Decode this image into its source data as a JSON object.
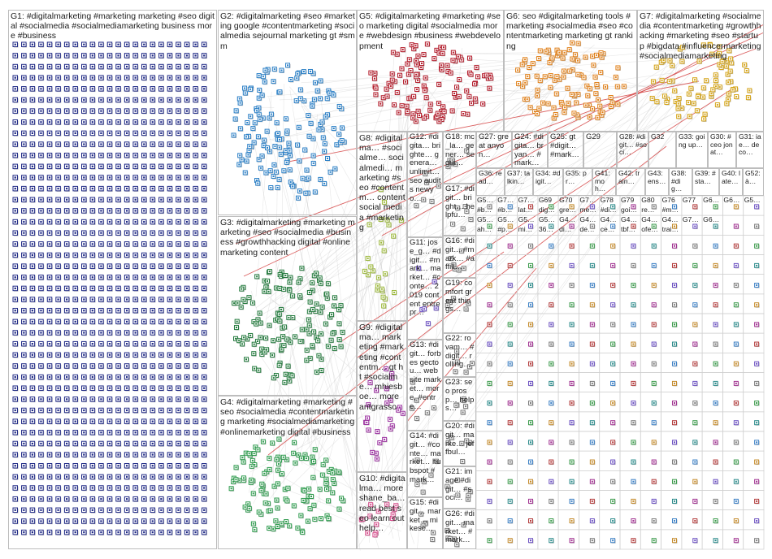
{
  "groups": [
    {
      "id": "G1",
      "text": "G1: #digitalmarketing #marketing marketing #seo digital #socialmedia #socialmediamarketing business more #business"
    },
    {
      "id": "G2",
      "text": "G2: #digitalmarketing #seo #marketing google #contentmarketing #socialmedia sejournal marketing gt #smm"
    },
    {
      "id": "G3",
      "text": "G3: #digitalmarketing #marketing marketing #seo #socialmedia #business #growthhacking digital #onlinemarketing content"
    },
    {
      "id": "G4",
      "text": "G4: #digitalmarketing #marketing #seo #socialmedia #contentmarketing marketing #socialmediamarketing #onlinemarketing digital #business"
    },
    {
      "id": "G5",
      "text": "G5: #digitalmarketing #marketing #seo marketing digital #socialmedia more #webdesign #business #webdevelopment"
    },
    {
      "id": "G6",
      "text": "G6: seo #digitalmarketing tools #marketing #socialmedia #seo #contentmarketing marketing gt ranking"
    },
    {
      "id": "G7",
      "text": "G7: #digitalmarketing #socialmedia #contentmarketing #growthhacking #marketing #seo #startup #bigdata #influencermarketing #socialmediamarketing"
    },
    {
      "id": "G8",
      "text": "G8: #digitalma… #socialme… socialmedi… marketing #seo #contentm… content social media #marketing"
    },
    {
      "id": "G9",
      "text": "G9: #digitalma… marketing #marketing #contentm… gt ht #socialme… mhiesboe… more antgrasso"
    },
    {
      "id": "G10",
      "text": "G10: #digitalma… more shane_ba… read best seo learn out help…"
    },
    {
      "id": "G11",
      "text": "G11: jose_g… #digit… #mark… market… #conte… 2019 content entrepr…"
    },
    {
      "id": "G12",
      "text": "G12: #digita… brighte… genera… unlimit… seo audits newyo…"
    },
    {
      "id": "G13",
      "text": "G13: #digit… forbes gectou… website market… more, #entre…"
    },
    {
      "id": "G14",
      "text": "G14: #digit… #conte… market… hubspot #mark…"
    },
    {
      "id": "G15",
      "text": "G15: #digit… market… mikesc…"
    },
    {
      "id": "G16",
      "text": "G16: #digit… #mark… #affili…"
    },
    {
      "id": "G17",
      "text": "G17: #digit… bright… helpfu…"
    },
    {
      "id": "G18",
      "text": "G18: mc_la… gener… segui…"
    },
    {
      "id": "G19",
      "text": "G19: comfort great things…"
    },
    {
      "id": "G20",
      "text": "G20: #digit… marke… jeffbul…"
    },
    {
      "id": "G21",
      "text": "G21: image #digit… #soci…"
    },
    {
      "id": "G22",
      "text": "G22: rovam… #digit… rolling…"
    },
    {
      "id": "G23",
      "text": "G23: seo prosp… helps…"
    },
    {
      "id": "G24",
      "text": "G24: #digita… bryan… #mark…"
    },
    {
      "id": "G25",
      "text": "G25: gt #digit… #mark…"
    },
    {
      "id": "G26",
      "text": "G26: #digit… market… #mark…"
    },
    {
      "id": "G27",
      "text": "G27: great anyon…"
    },
    {
      "id": "G28",
      "text": "G28: #digit… #soci…"
    },
    {
      "id": "G29",
      "text": "G29"
    },
    {
      "id": "G30",
      "text": "G30: #ceo jonat…"
    },
    {
      "id": "G31",
      "text": "G31: iae… deco…"
    },
    {
      "id": "G32",
      "text": "G32"
    },
    {
      "id": "G33",
      "text": "G33: going up…"
    },
    {
      "id": "G34",
      "text": "G34: #digit…"
    },
    {
      "id": "G35",
      "text": "G35: pr…"
    },
    {
      "id": "G36",
      "text": "G36: read…"
    },
    {
      "id": "G37",
      "text": "G37: talkin…"
    },
    {
      "id": "G38",
      "text": "G38: #dig…"
    },
    {
      "id": "G39",
      "text": "G39: #sta…"
    },
    {
      "id": "G40",
      "text": "G40: late…"
    },
    {
      "id": "G41",
      "text": "G41: moh…"
    },
    {
      "id": "G42",
      "text": "G42: train…"
    },
    {
      "id": "G43",
      "text": "G43: ens…"
    },
    {
      "id": "G52",
      "text": "G52: à…"
    }
  ],
  "small_labels": [
    "G5…",
    "G7…",
    "G7…",
    "G69",
    "G70",
    "G7…",
    "G78",
    "G79",
    "G80",
    "G76",
    "G77",
    "G6…",
    "G6…",
    "G5…",
    "G5…",
    "G5…",
    "G5…",
    "G5…",
    "G4…",
    "G4…",
    "G4…",
    "G4…",
    "G4…",
    "G4…",
    "G7…",
    "G6…"
  ],
  "small_texts": [
    "#b…",
    "#b…",
    "lat…",
    "dig…",
    "gre…",
    "me…",
    "#di…",
    "goi…",
    "re…",
    "#m…",
    "ah…",
    "#p…",
    "mi…",
    "36…",
    "di…",
    "de…",
    "ce…",
    "tbf…",
    "ofe…",
    "trai…"
  ],
  "colors": {
    "G1": "#202a86",
    "G2": "#2a7fc6",
    "G3": "#237a3d",
    "G4": "#2c9a4c",
    "G5": "#b31b2a",
    "G6": "#e0801a",
    "G7": "#d4a316",
    "G8": "#9cb83a",
    "G9": "#9b2fa0",
    "G10": "#d64a8a",
    "G11": "#6a4fc1",
    "edge": "#b9b9b9",
    "edge_red": "#d23a3a",
    "border": "#bdbdbd"
  }
}
